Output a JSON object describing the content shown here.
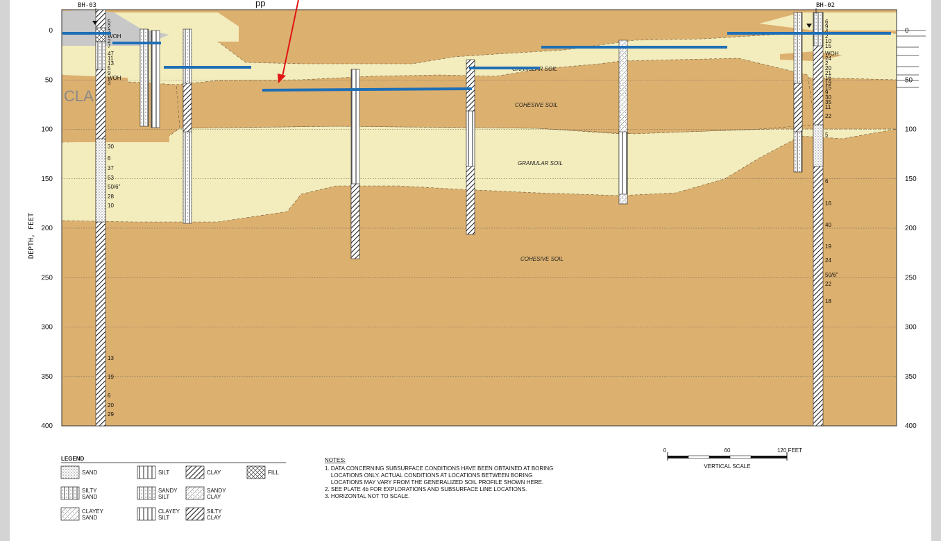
{
  "figure": {
    "top_caption": "pp",
    "axis_label": "DEPTH, FEET",
    "depth_ticks": [
      "0",
      "50",
      "100",
      "150",
      "200",
      "250",
      "300",
      "350",
      "400"
    ],
    "right_ticks": [
      "0",
      "50",
      "100",
      "150",
      "200",
      "250",
      "300",
      "350",
      "400"
    ]
  },
  "boreholes": [
    {
      "id": "BH-03",
      "blows": [
        "5",
        "2",
        "2",
        "WOH",
        "2",
        "7",
        "47",
        "11",
        "13",
        "5",
        "9",
        "WOH",
        "3",
        "30",
        "6",
        "37",
        "53",
        "50/6\"",
        "28",
        "10",
        "13",
        "19",
        "6",
        "20",
        "29"
      ]
    },
    {
      "id": "BH-02",
      "blows": [
        "6",
        "9",
        "4",
        "2",
        "10",
        "15",
        "WOH",
        "24",
        "2",
        "20",
        "21",
        "16",
        "19",
        "15",
        "9",
        "30",
        "35",
        "11",
        "22",
        "5",
        "6",
        "16",
        "40",
        "19",
        "24",
        "50/6\"",
        "22",
        "18"
      ]
    }
  ],
  "layers": {
    "granular_upper": "GRANULAR SOIL",
    "cohesive_upper": "COHESIVE SOIL",
    "granular_mid": "GRANULAR SOIL",
    "cohesive_lower": "COHESIVE SOIL",
    "clay_fragment": "CLA"
  },
  "legend": {
    "title": "LEGEND",
    "items": [
      {
        "label": "SAND",
        "pattern": "dots"
      },
      {
        "label": "SILT",
        "pattern": "vertical"
      },
      {
        "label": "CLAY",
        "pattern": "diagonal"
      },
      {
        "label": "FILL",
        "pattern": "cross"
      },
      {
        "label": "SILTY\nSAND",
        "pattern": "dots-vertical"
      },
      {
        "label": "SANDY\nSILT",
        "pattern": "vertical-dots"
      },
      {
        "label": "SANDY\nCLAY",
        "pattern": "diagonal-dots"
      },
      {
        "label": "CLAYEY\nSAND",
        "pattern": "dots-diagonal"
      },
      {
        "label": "CLAYEY\nSILT",
        "pattern": "vertical-diagonal"
      },
      {
        "label": "SILTY\nCLAY",
        "pattern": "diagonal-vertical"
      }
    ]
  },
  "notes": {
    "title": "NOTES:",
    "lines": [
      "1. DATA CONCERNING SUBSURFACE CONDITIONS HAVE BEEN OBTAINED AT BORING",
      "    LOCATIONS ONLY. ACTUAL CONDITIONS AT LOCATIONS BETWEEN BORING",
      "    LOCATIONS MAY VARY FROM THE GENERALIZED SOIL PROFILE SHOWN HERE.",
      "2. SEE PLATE 4b FOR EXPLORATIONS AND SUBSURFACE LINE LOCATIONS.",
      "3. HORIZONTAL NOT TO SCALE."
    ]
  },
  "scale": {
    "ticks": [
      "0",
      "60",
      "120 FEET"
    ],
    "label": "VERTICAL SCALE"
  },
  "colors": {
    "cohesive": "#dcb06f",
    "granular": "#f3ecbc",
    "fill_gray": "#c8c8c8",
    "blue_line": "#1f6fb5",
    "arrow": "#e01515"
  }
}
